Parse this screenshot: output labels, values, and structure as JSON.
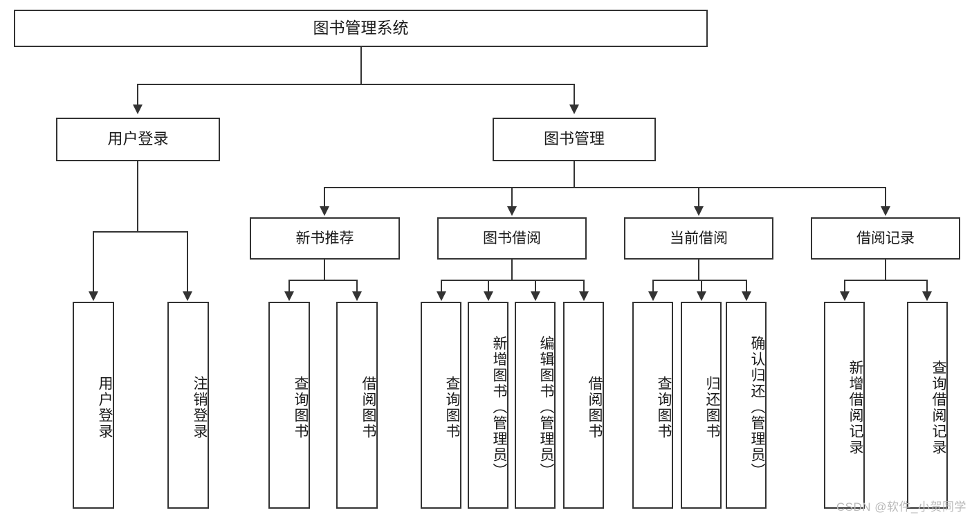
{
  "diagram": {
    "title": "图书管理系统",
    "type": "tree",
    "watermark": "CSDN @软件_小贺同学",
    "colors": {
      "box_border": "#333333",
      "box_fill": "#ffffff",
      "connector": "#333333",
      "text": "#1a1a1a",
      "watermark": "#b9b9b9"
    },
    "nodes": {
      "root": {
        "label": "图书管理系统"
      },
      "level2": [
        {
          "label": "用户登录"
        },
        {
          "label": "图书管理"
        }
      ],
      "level3": [
        {
          "label": "新书推荐"
        },
        {
          "label": "图书借阅"
        },
        {
          "label": "当前借阅"
        },
        {
          "label": "借阅记录"
        }
      ],
      "leaves": {
        "user_login": [
          {
            "label": "用户登录"
          },
          {
            "label": "注销登录"
          }
        ],
        "new_book_recommend": [
          {
            "label": "查询图书"
          },
          {
            "label": "借阅图书"
          }
        ],
        "book_borrow": [
          {
            "label": "查询图书"
          },
          {
            "label": "新增图书（管理员）"
          },
          {
            "label": "编辑图书（管理员）"
          },
          {
            "label": "借阅图书"
          }
        ],
        "current_borrow": [
          {
            "label": "查询图书"
          },
          {
            "label": "归还图书"
          },
          {
            "label": "确认归还（管理员）"
          }
        ],
        "borrow_record": [
          {
            "label": "新增借阅记录"
          },
          {
            "label": "查询借阅记录"
          }
        ]
      }
    }
  }
}
